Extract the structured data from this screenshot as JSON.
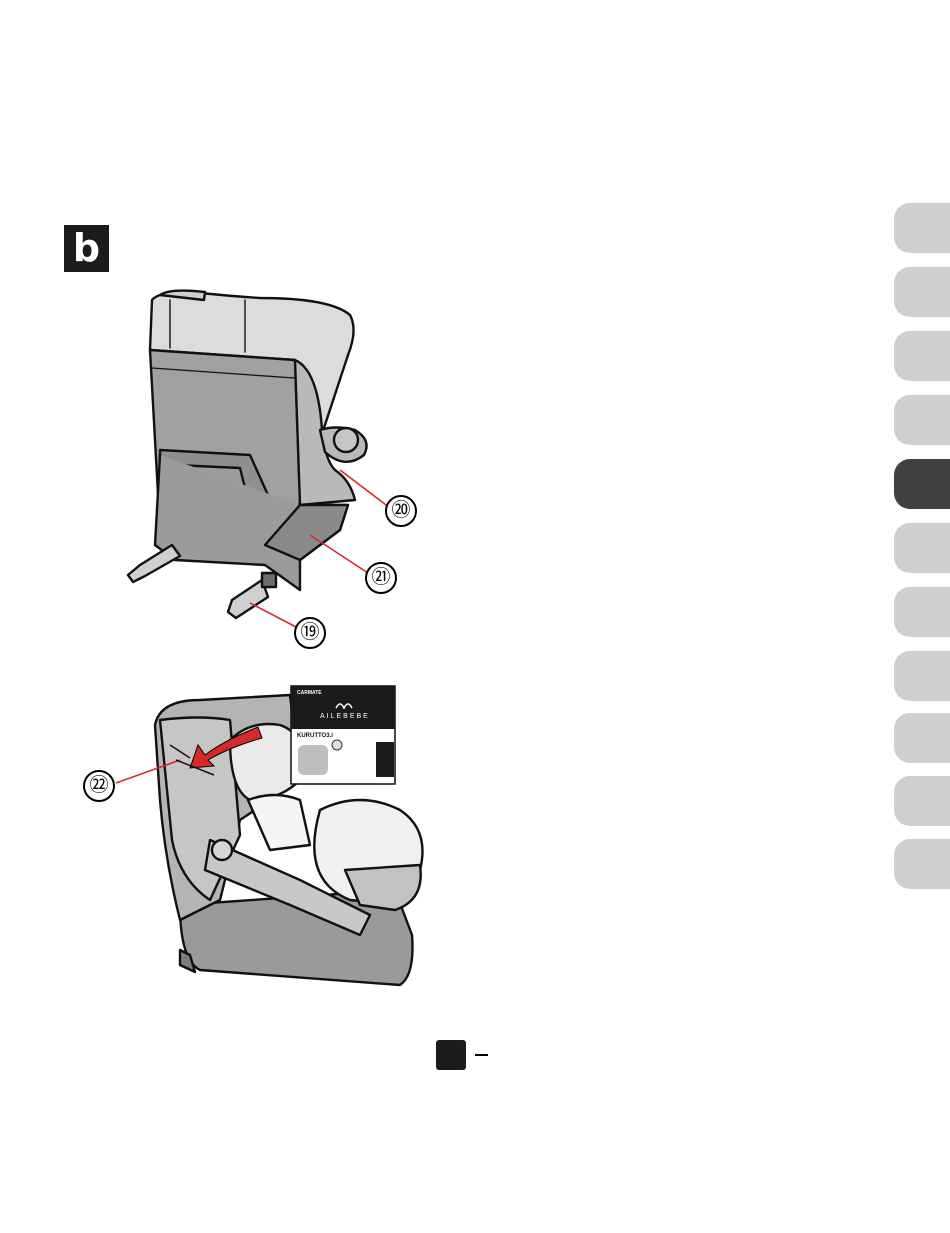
{
  "section": {
    "label": "b"
  },
  "callouts": {
    "c19": "⑲",
    "c20": "⑳",
    "c21": "㉑",
    "c22": "㉒"
  },
  "label_box": {
    "maker": "CARMATE",
    "brand": "AILEBEBE",
    "model": "KURUTTO3.i"
  },
  "side_tabs": {
    "count": 11,
    "active_index": 4
  },
  "colors": {
    "accent_red": "#d62a2a",
    "seat_dark": "#9b9b9b",
    "seat_light": "#dcdcdc",
    "tab": "#cfcfcf",
    "tab_active": "#404040"
  }
}
